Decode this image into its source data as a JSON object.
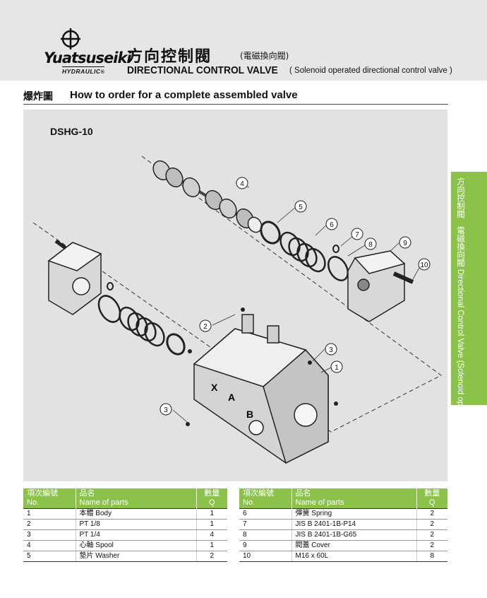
{
  "header": {
    "brand": "Yuatsuseiki",
    "brand_sub": "HYDRAULIC",
    "brand_mark": "®",
    "title_cn": "方向控制閥",
    "title_cn_sub": "(電磁換向閥)",
    "title_en": "DIRECTIONAL CONTROL VALVE",
    "title_en_sub": "( Solenoid operated directional control valve )"
  },
  "section": {
    "title_cn": "爆炸圖",
    "title_en": "How to order for a complete assembled valve"
  },
  "diagram": {
    "model": "DSHG-10",
    "callouts": [
      "1",
      "2",
      "3",
      "3",
      "4",
      "5",
      "6",
      "7",
      "8",
      "9",
      "10"
    ],
    "panel_color": "#e2e2e2"
  },
  "side_tab": {
    "text": "方向控制閥　電磁換向閥 Directional Control Valve (Solenoid operated directional control valve)",
    "color": "#8bc34a"
  },
  "table": {
    "headers": {
      "no_cn": "項次編號",
      "no_en": "No.",
      "name_cn": "品名",
      "name_en": "Name of parts",
      "qty_cn": "數量",
      "qty_en": "Q"
    },
    "header_color": "#8bc34a",
    "left_rows": [
      {
        "no": "1",
        "name": "本體 Body",
        "q": "1"
      },
      {
        "no": "2",
        "name": "PT 1/8",
        "q": "1"
      },
      {
        "no": "3",
        "name": "PT 1/4",
        "q": "4"
      },
      {
        "no": "4",
        "name": "心軸 Spool",
        "q": "1"
      },
      {
        "no": "5",
        "name": "墊片 Washer",
        "q": "2"
      }
    ],
    "right_rows": [
      {
        "no": "6",
        "name": "彈簧 Spring",
        "q": "2"
      },
      {
        "no": "7",
        "name": "JIS B 2401-1B-P14",
        "q": "2"
      },
      {
        "no": "8",
        "name": "JIS B 2401-1B-G65",
        "q": "2"
      },
      {
        "no": "9",
        "name": "閥蓋 Cover",
        "q": "2"
      },
      {
        "no": "10",
        "name": "M16 x 60L",
        "q": "8"
      }
    ]
  }
}
